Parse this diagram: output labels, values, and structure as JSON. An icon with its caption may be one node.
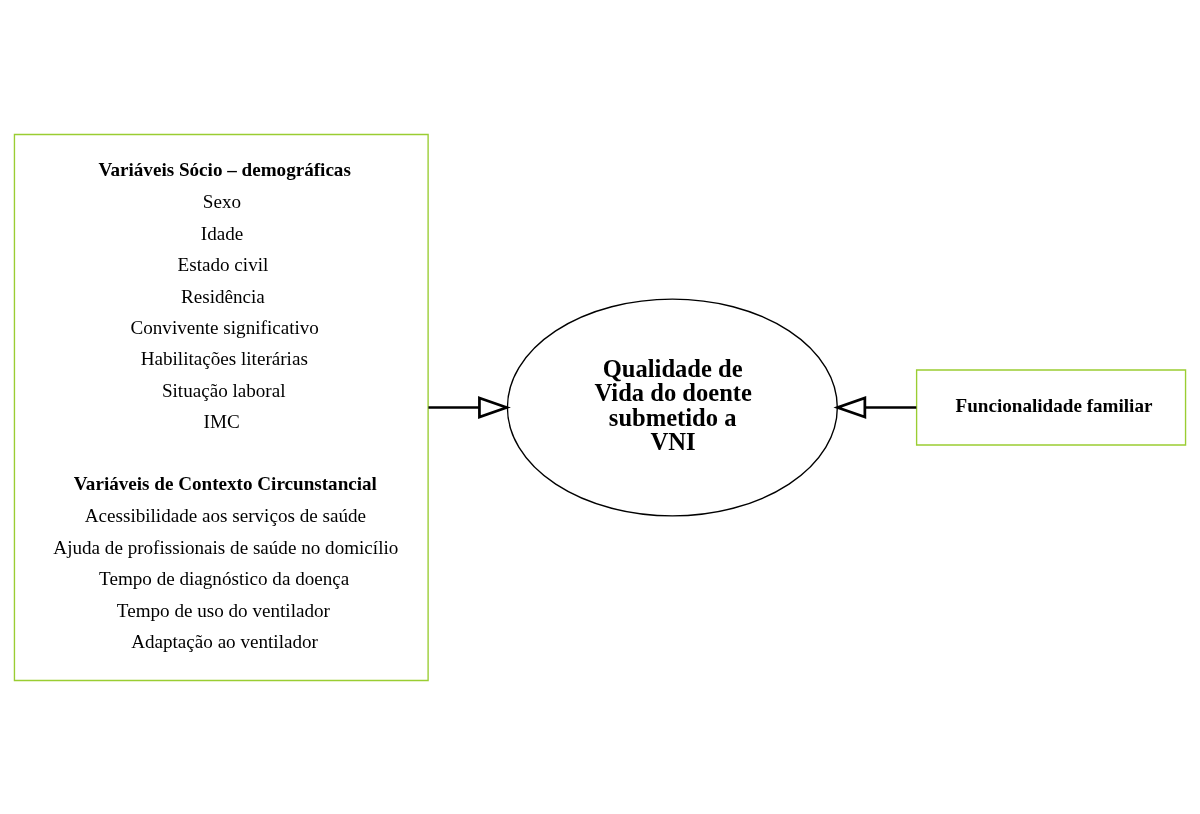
{
  "diagram": {
    "nodes": [
      {
        "text": [
          "Variáveis Sócio – demográficas",
          "Sexo",
          "Idade",
          "Estado civil",
          "Residência",
          "Convivente significativo",
          "Habilitações literárias",
          "Situação laboral",
          "IMC",
          "Variáveis de Contexto Circunstancial",
          "Acessibilidade aos serviços de saúde",
          "Ajuda de profissionais de saúde no domicílio",
          "Tempo de diagnóstico da doença",
          "Tempo de uso do ventilador",
          "Adaptação ao ventilador"
        ]
      },
      {
        "text": [
          "Qualidade de Vida do doente submetido a VNI"
        ]
      },
      {
        "text": [
          "Funcionalidade familiar"
        ]
      }
    ],
    "edges": [
      {
        "from": 2,
        "to": 1,
        "arrow": "to"
      },
      {
        "from": 0,
        "to": 1,
        "arrow": "to"
      }
    ]
  }
}
